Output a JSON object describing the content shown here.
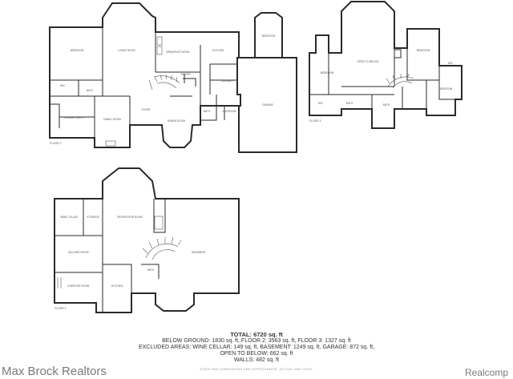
{
  "floors": {
    "floor2_label": "FLOOR 2",
    "floor3_label": "FLOOR 3",
    "floor1_label": "FLOOR 1"
  },
  "rooms": {
    "f2": [
      "BEDROOM",
      "WIC",
      "BATH",
      "PRIMARY BATH",
      "LIVING ROOM",
      "FAMILY ROOM",
      "BREAKFAST NOOK",
      "KITCHEN",
      "PANTRY",
      "FOYER",
      "DINING ROOM",
      "LAUNDRY",
      "BATH",
      "GARAGE",
      "BEDROOM",
      "MUDROOM"
    ],
    "f3": [
      "BEDROOM",
      "OPEN TO BELOW",
      "BEDROOM",
      "BEDROOM",
      "WIC",
      "BATH",
      "BATH",
      "WIC"
    ],
    "f1": [
      "WINE CELLAR",
      "STORAGE",
      "RECREATION ROOM",
      "BILLIARD ROOM",
      "EXERCISE ROOM",
      "KITCHEN",
      "BATH",
      "BASEMENT"
    ]
  },
  "summary": {
    "total": "TOTAL: 6720 sq. ft",
    "line1": "BELOW GROUND: 1830 sq. ft, FLOOR 2: 3563 sq. ft, FLOOR 3: 1327 sq. ft",
    "line2": "EXCLUDED AREAS: WINE CELLAR: 149 sq. ft, BASEMENT: 1249 sq. ft, GARAGE: 872 sq. ft,",
    "line3": "OPEN TO BELOW: 662 sq. ft",
    "line4": "WALLS: 482 sq. ft"
  },
  "disclaimer": "SIZES AND DIMENSIONS ARE APPROXIMATE, ACTUAL MAY VARY.",
  "watermark": {
    "left": "Max Brock Realtors",
    "right": "Realcomp"
  },
  "colors": {
    "wall": "#2a2a2a",
    "watermark": "#7a7a7a"
  }
}
